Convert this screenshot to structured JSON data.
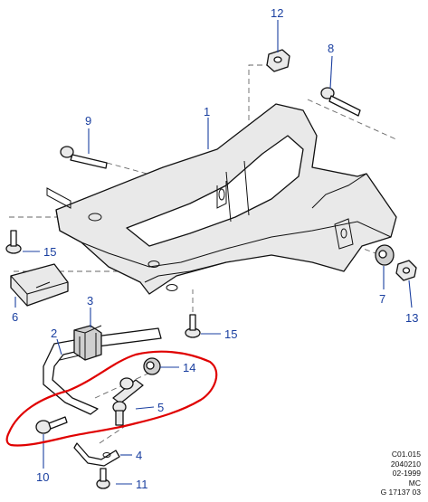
{
  "callouts": {
    "c1": "1",
    "c2": "2",
    "c3": "3",
    "c4": "4",
    "c5": "5",
    "c6": "6",
    "c7": "7",
    "c8": "8",
    "c9": "9",
    "c10": "10",
    "c11": "11",
    "c12": "12",
    "c13": "13",
    "c14": "14",
    "c15a": "15",
    "c15b": "15"
  },
  "reference": {
    "line1": "C01.015",
    "line2": "2040210",
    "line3": "02-1999",
    "line4": "MC",
    "line5": "G 17137 03"
  },
  "colors": {
    "callout_text": "#1a3fa0",
    "highlight_outline": "#e00000",
    "line_art": "#111111"
  }
}
